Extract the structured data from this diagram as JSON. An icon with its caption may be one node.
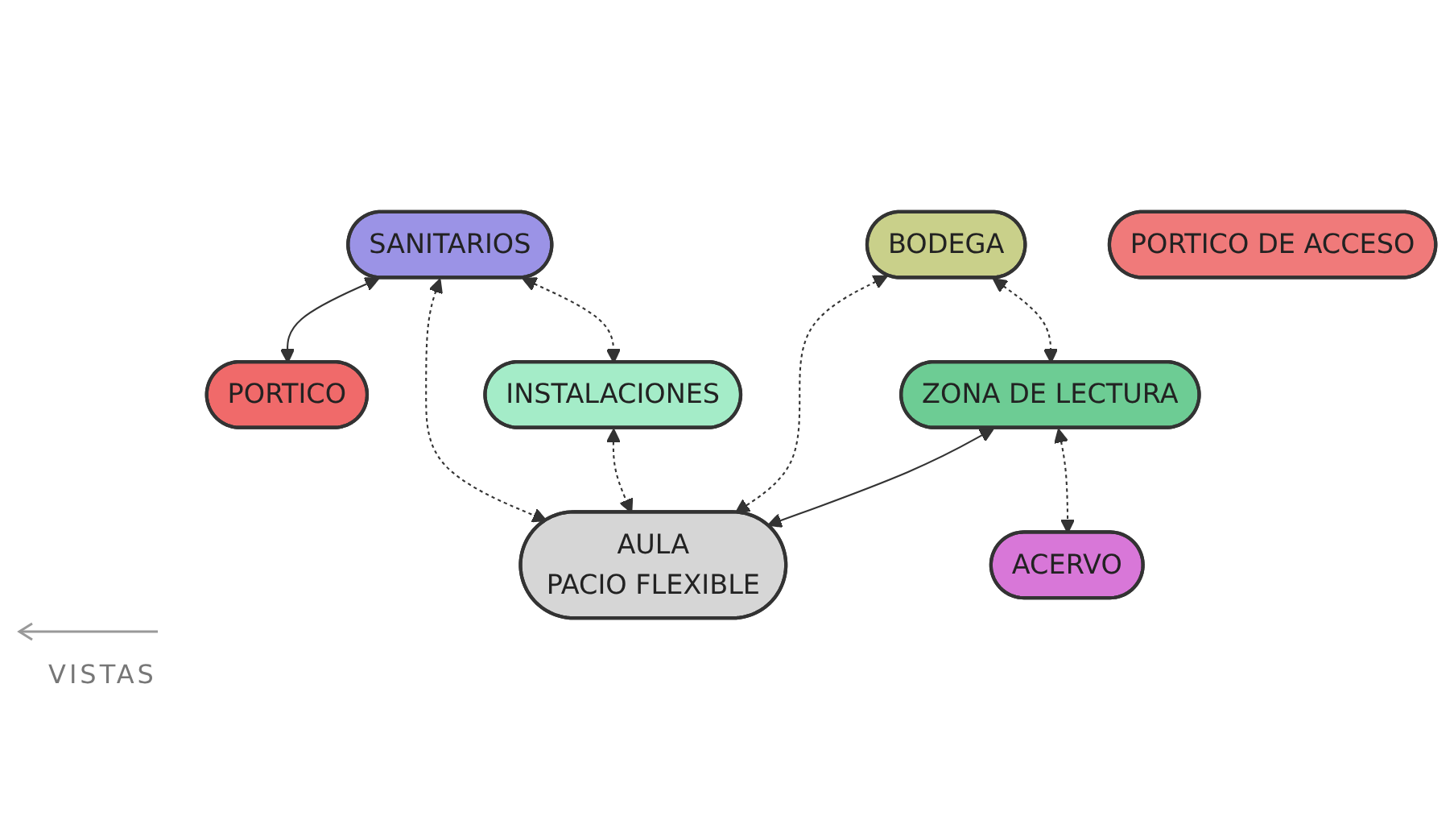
{
  "diagram": {
    "nodes": [
      {
        "text": [
          "SANITARIOS"
        ]
      },
      {
        "text": [
          "BODEGA"
        ]
      },
      {
        "text": [
          "ZONA DE LECTURA"
        ]
      },
      {
        "text": [
          "INSTALACIONES"
        ]
      },
      {
        "text": [
          "PORTICO"
        ]
      },
      {
        "text": [
          "AULA",
          "PACIO FLEXIBLE"
        ]
      },
      {
        "text": [
          "ACERVO"
        ]
      },
      {
        "text": [
          "PORTICO DE ACCESO"
        ]
      }
    ],
    "edges": [
      {
        "from": 0,
        "to": 4,
        "arrow": "both"
      },
      {
        "from": 0,
        "to": 5,
        "arrow": "both",
        "style": "dashed"
      },
      {
        "from": 1,
        "to": 5,
        "arrow": "both",
        "style": "dashed"
      },
      {
        "from": 1,
        "to": 2,
        "arrow": "both",
        "style": "dashed"
      },
      {
        "from": 2,
        "to": 5,
        "arrow": "both"
      },
      {
        "from": 3,
        "to": 5,
        "arrow": "both",
        "style": "dashed"
      },
      {
        "from": 0,
        "to": 3,
        "arrow": "both",
        "style": "dashed"
      },
      {
        "from": 2,
        "to": 6,
        "arrow": "both",
        "style": "dashed"
      }
    ],
    "labels": [
      "VISTAS"
    ]
  }
}
